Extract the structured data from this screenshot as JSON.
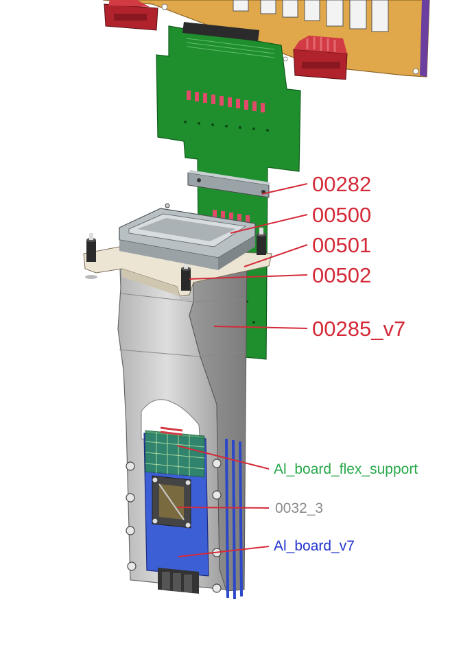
{
  "labels": [
    {
      "id": "part-00282",
      "text": "00282"
    },
    {
      "id": "part-00500",
      "text": "00500"
    },
    {
      "id": "part-00501",
      "text": "00501"
    },
    {
      "id": "part-00502",
      "text": "00502"
    },
    {
      "id": "part-00285-v7",
      "text": "00285_v7"
    },
    {
      "id": "al-board-flex-support",
      "text": "Al_board_flex_support"
    },
    {
      "id": "part-0032-3",
      "text": "0032_3"
    },
    {
      "id": "al-board-v7",
      "text": "Al_board_v7"
    }
  ],
  "colors": {
    "label_red": "#d42a38",
    "label_green": "#27a84a",
    "label_gray": "#8a8a8a",
    "label_blue": "#2233cc",
    "pcb_green": "#1f8f2e",
    "frame_gray": "#c8c8c8",
    "board_blue": "#3d5fd6",
    "top_board_orange": "#e0a84a",
    "connector_red": "#b0222c",
    "spacer_cream": "#ece5d4"
  }
}
